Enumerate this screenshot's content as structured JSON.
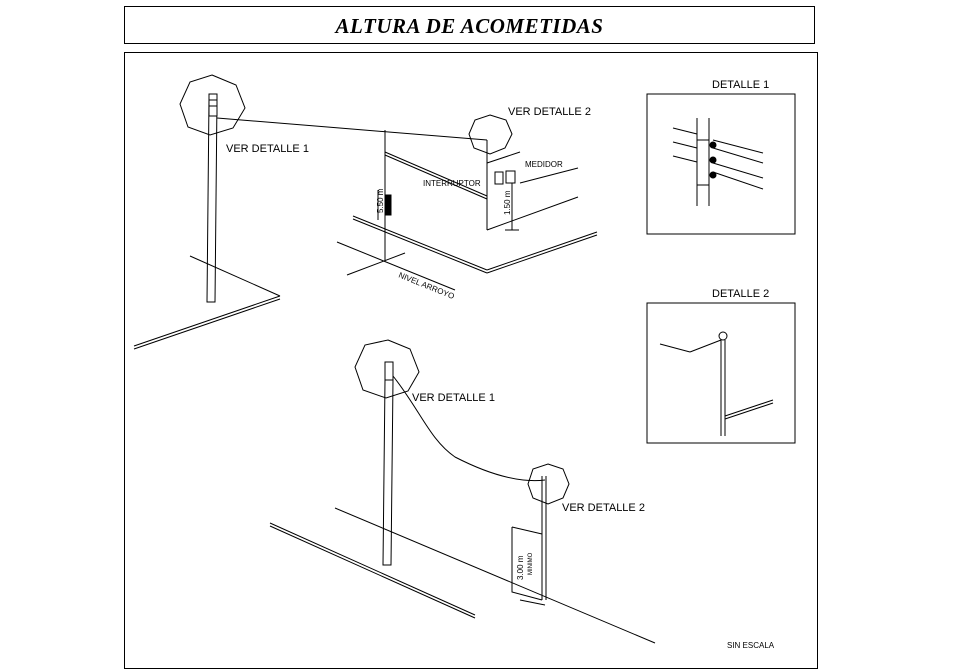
{
  "title": "ALTURA DE ACOMETIDAS",
  "labels": {
    "ver_detalle_1_top": "VER DETALLE 1",
    "ver_detalle_2_top": "VER DETALLE 2",
    "medidor": "MEDIDOR",
    "interruptor": "INTERRUPTOR",
    "h_550": "5.50 m",
    "h_150": "1.50 m",
    "nivel_arroyo": "NIVEL ARROYO",
    "ver_detalle_1_bottom": "VER DETALLE 1",
    "ver_detalle_2_bottom": "VER DETALLE 2",
    "h_300": "3.00 m",
    "minimo": "MINIMO",
    "detalle_1": "DETALLE 1",
    "detalle_2": "DETALLE 2",
    "sin_escala": "SIN ESCALA"
  }
}
